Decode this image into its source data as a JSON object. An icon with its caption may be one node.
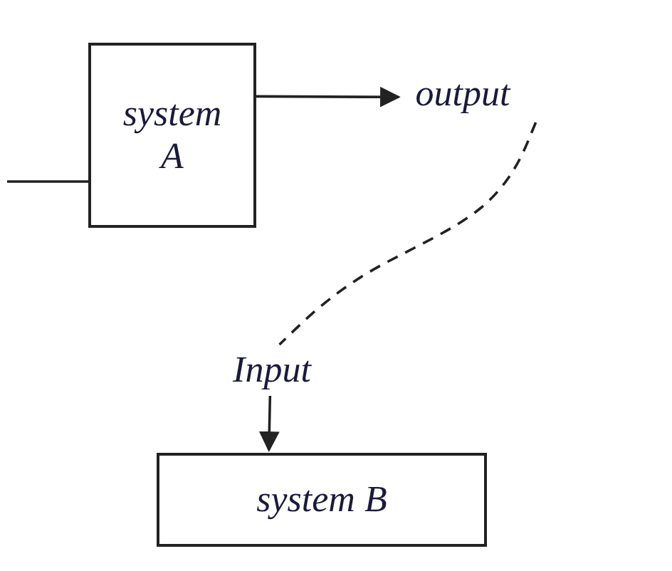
{
  "diagram": {
    "nodes": [
      {
        "text": [
          "system A"
        ]
      },
      {
        "text": [
          "output"
        ]
      },
      {
        "text": [
          "Input"
        ]
      },
      {
        "text": [
          "system B"
        ]
      }
    ],
    "edges": [
      {
        "from": null,
        "to": 0,
        "arrow": "none"
      },
      {
        "from": 0,
        "to": 1,
        "arrow": "to"
      },
      {
        "from": 1,
        "to": 2,
        "arrow": "none",
        "style": "dashed"
      },
      {
        "from": 2,
        "to": 3,
        "arrow": "to"
      }
    ]
  }
}
